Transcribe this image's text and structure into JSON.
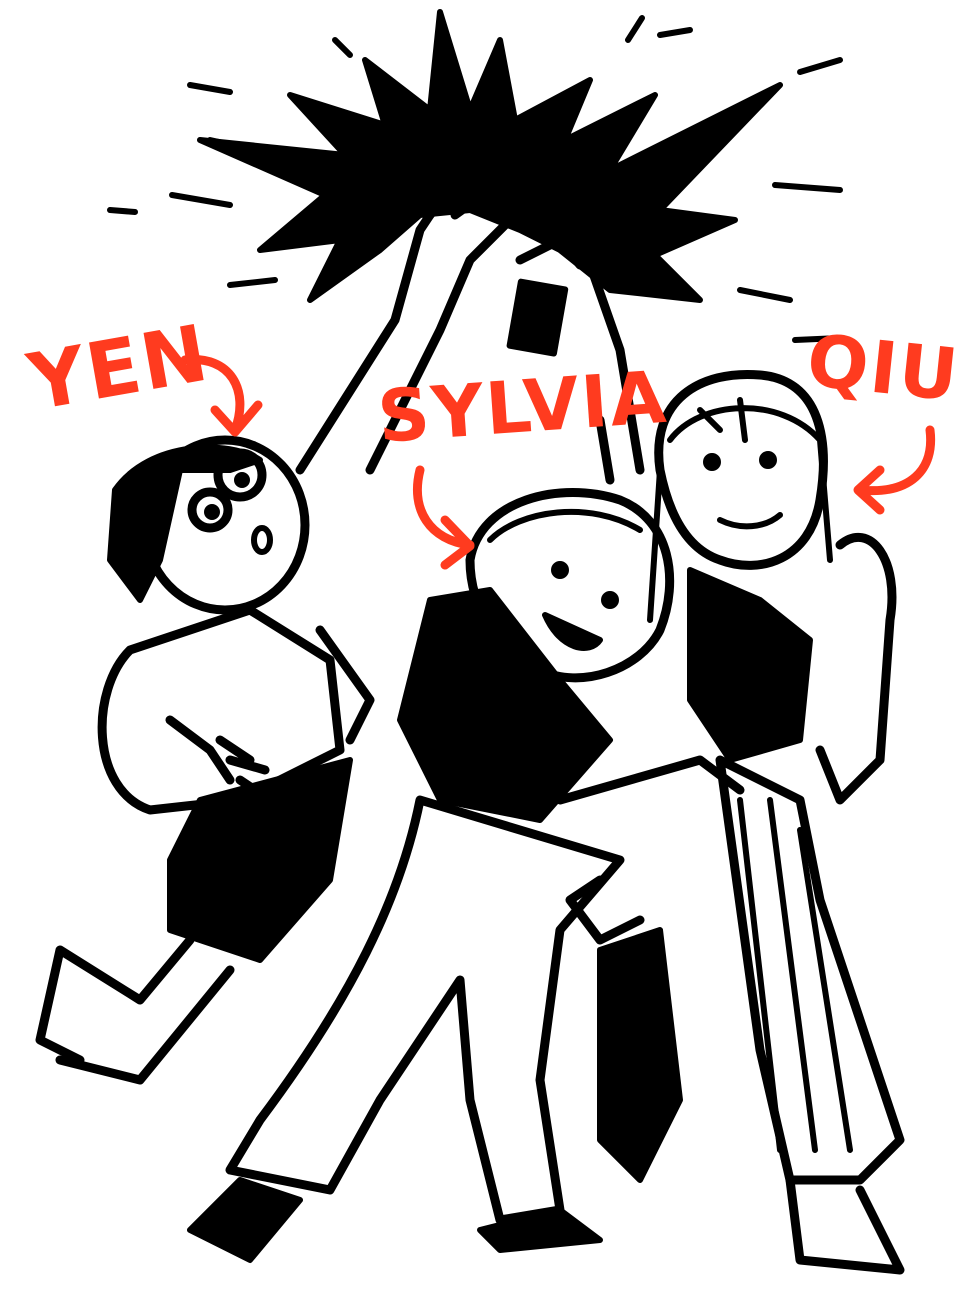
{
  "labels": {
    "yen": "YEN",
    "sylvia": "SYLVIA",
    "qiu": "QIU"
  },
  "colors": {
    "ink": "#000000",
    "label": "#ff3b1f",
    "background": "#ffffff"
  }
}
